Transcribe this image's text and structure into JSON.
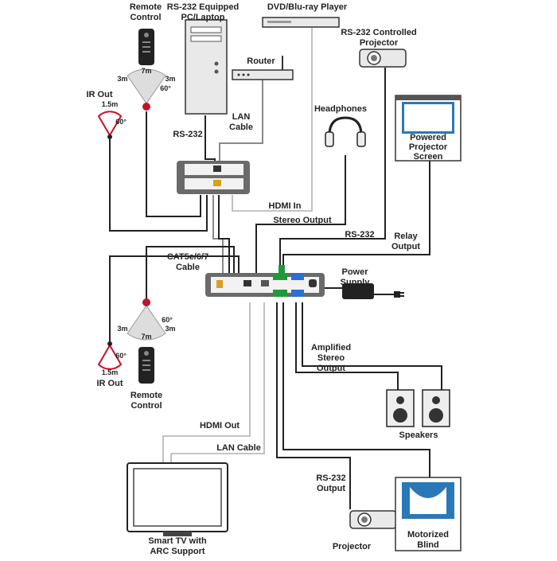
{
  "labels": {
    "remote_control_top": [
      "Remote",
      "Control"
    ],
    "pc": [
      "RS-232 Equipped",
      "PC/Laptop"
    ],
    "dvd": "DVD/Blu-ray Player",
    "rs232_projector": [
      "RS-232 Controlled",
      "Projector"
    ],
    "router": "Router",
    "lan_cable": [
      "LAN",
      "Cable"
    ],
    "rs232_pc": "RS-232",
    "ir_out_top": "IR Out",
    "range_top_15": "1.5m",
    "range_top_60": "60°",
    "range_7m_top": "7m",
    "range_3m_top_left": "3m",
    "range_3m_top_right": "3m",
    "range_60_remote_top": "60°",
    "headphones": "Headphones",
    "powered_screen": [
      "Powered",
      "Projector",
      "Screen"
    ],
    "hdmi_in": "HDMI In",
    "stereo_output": "Stereo Output",
    "rs232_mid": "RS-232",
    "relay_output": [
      "Relay",
      "Output"
    ],
    "cat_cable": [
      "CAT5e/6/7",
      "Cable"
    ],
    "power_supply": [
      "Power",
      "Supply"
    ],
    "amplified_stereo": [
      "Amplified",
      "Stereo",
      "Output"
    ],
    "range_60_remote_bottom": "60°",
    "range_3m_bot_left": "3m",
    "range_3m_bot_right": "3m",
    "range_7m_bot": "7m",
    "range_bot_60": "60°",
    "range_bot_15": "1.5m",
    "ir_out_bottom": "IR Out",
    "remote_control_bottom": [
      "Remote",
      "Control"
    ],
    "speakers": "Speakers",
    "hdmi_out": "HDMI Out",
    "lan_cable_bottom": "LAN Cable",
    "rs232_output": [
      "RS-232",
      "Output"
    ],
    "smart_tv": [
      "Smart TV with",
      "ARC Support"
    ],
    "projector": "Projector",
    "motorized_blind": [
      "Motorized",
      "Blind"
    ]
  },
  "colors": {
    "wire": "#222222",
    "wire_grey": "#8a8a8a",
    "wire_light": "#b0b0b0",
    "device": "#e9e9e9",
    "terminal_green": "#1f9a3a",
    "terminal_blue": "#2a6fd1",
    "screen_blue": "#2a78b8",
    "ir_red": "#c8102e"
  }
}
